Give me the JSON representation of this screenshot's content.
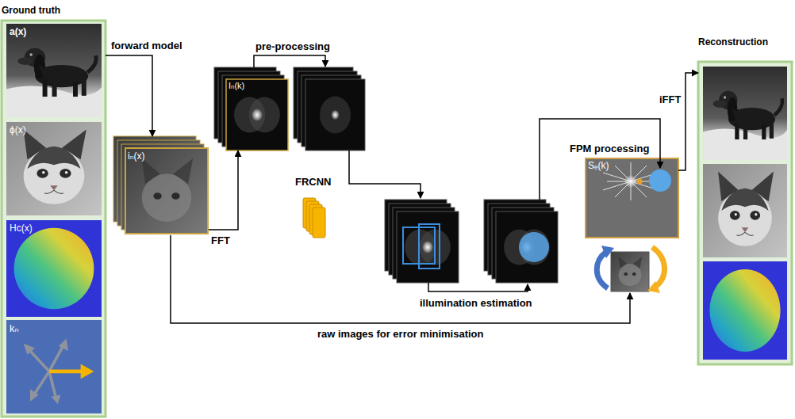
{
  "diagram": {
    "nodes": [
      {
        "text": [
          "Ground truth"
        ]
      },
      {
        "text": [
          "a(x)"
        ],
        "in": 0
      },
      {
        "text": [
          "ϕ(x)"
        ],
        "in": 0
      },
      {
        "text": [
          "Hc(x)"
        ],
        "in": 0
      },
      {
        "text": [
          "kₙ"
        ],
        "in": 0
      },
      {
        "text": [
          "iₙ(x)"
        ]
      },
      {
        "text": [
          "Iₙ(k)"
        ]
      },
      {
        "text": [
          "FRCNN"
        ]
      },
      {
        "text": [
          "FPM processing",
          "Sₑ(k)"
        ]
      },
      {
        "text": [
          "Reconstruction"
        ]
      }
    ],
    "edges": [
      {
        "from": 0,
        "to": 5,
        "arrow": "to",
        "label": "forward model"
      },
      {
        "from": 5,
        "to": 6,
        "arrow": "to",
        "label": "FFT"
      },
      {
        "from": 5,
        "to": 8,
        "arrow": "to",
        "label": "raw images for error minimisation"
      },
      {
        "from": 8,
        "to": 9,
        "arrow": "to",
        "label": "iFFT"
      }
    ],
    "labels": [
      "pre-processing",
      "illumination estimation"
    ]
  }
}
